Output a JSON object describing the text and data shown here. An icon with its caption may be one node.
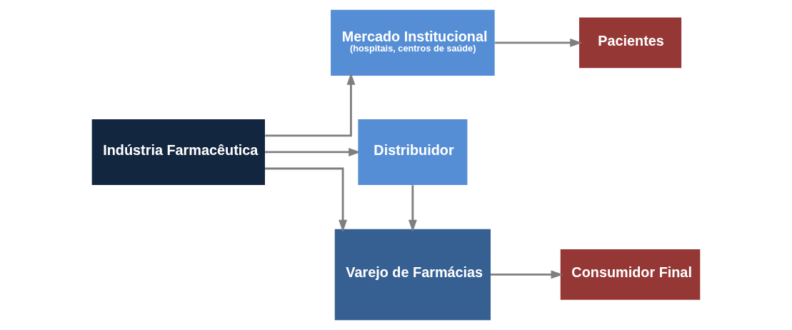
{
  "diagram": {
    "nodes": [
      {
        "text": [
          "Indústria Farmacêutica"
        ]
      },
      {
        "text": [
          "Mercado Institucional",
          "(hospitais, centros de saúde)"
        ]
      },
      {
        "text": [
          "Pacientes"
        ]
      },
      {
        "text": [
          "Distribuidor"
        ]
      },
      {
        "text": [
          "Varejo de Farmácias"
        ]
      },
      {
        "text": [
          "Consumidor Final"
        ]
      }
    ],
    "edges": [
      {
        "from": 0,
        "to": 1,
        "arrow": "to"
      },
      {
        "from": 1,
        "to": 2,
        "arrow": "to"
      },
      {
        "from": 0,
        "to": 3,
        "arrow": "to"
      },
      {
        "from": 3,
        "to": 4,
        "arrow": "to"
      },
      {
        "from": 0,
        "to": 4,
        "arrow": "to"
      },
      {
        "from": 4,
        "to": 5,
        "arrow": "to"
      }
    ]
  }
}
